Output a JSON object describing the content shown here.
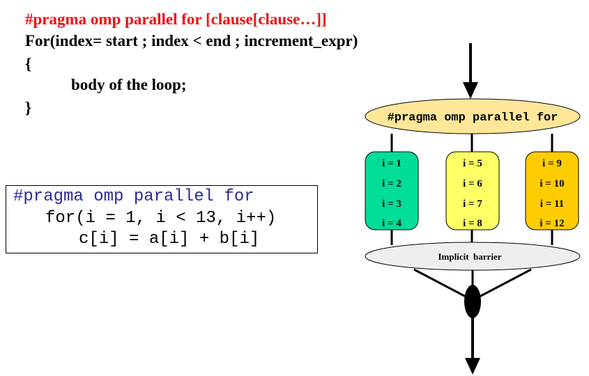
{
  "syntax": {
    "line1": "#pragma omp parallel for [clause[clause…]]",
    "line2": "For(index= start ; index < end ; increment_expr)",
    "line3": "{",
    "line4": "body of the loop;",
    "line5": "}"
  },
  "example_code": {
    "line1": "#pragma omp parallel for",
    "line2": "for(i = 1, i < 13, i++)",
    "line3": "c[i] = a[i] + b[i]"
  },
  "diagram": {
    "pragma_label": "#pragma omp parallel for",
    "barrier_label": "Implicit  barrier",
    "threads": [
      {
        "iterations": [
          "i = 1",
          "i = 2",
          "i = 3",
          "i = 4"
        ],
        "color": "#00dd99"
      },
      {
        "iterations": [
          "i = 5",
          "i = 6",
          "i = 7",
          "i = 8"
        ],
        "color": "#ffff66"
      },
      {
        "iterations": [
          "i = 9",
          "i = 10",
          "i = 11",
          "i = 12"
        ],
        "color": "#ffcc00"
      }
    ],
    "colors": {
      "pragma_fill": "#ffe699",
      "barrier_fill": "#eeeeee",
      "syntax_red": "#ee1111",
      "code_blue": "#2a2a9a"
    }
  }
}
